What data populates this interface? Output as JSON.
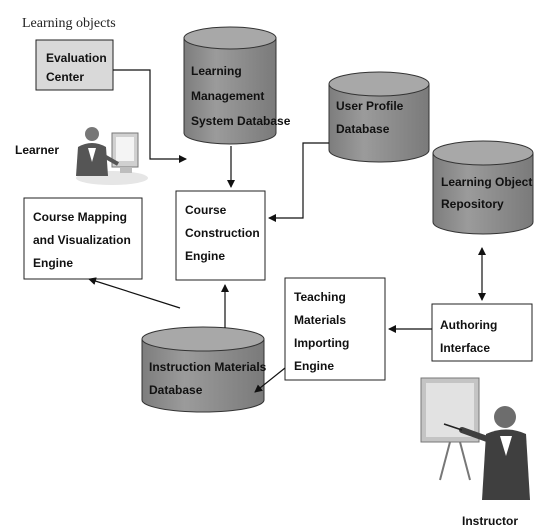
{
  "title": "Learning objects",
  "nodes": {
    "evaluation_center": [
      "Evaluation",
      "Center"
    ],
    "lms_database": [
      "Learning",
      "Management",
      "System Database"
    ],
    "user_profile_database": [
      "User Profile",
      "Database"
    ],
    "learning_object_repository": [
      "Learning Object",
      "Repository"
    ],
    "course_mapping": [
      "Course Mapping",
      "and Visualization",
      "Engine"
    ],
    "course_construction": [
      "Course",
      "Construction",
      "Engine"
    ],
    "teaching_materials": [
      "Teaching",
      "Materials",
      "Importing",
      "Engine"
    ],
    "authoring_interface": [
      "Authoring",
      "Interface"
    ],
    "instruction_materials_database": [
      "Instruction Materials",
      "Database"
    ]
  },
  "actors": {
    "learner": "Learner",
    "instructor": "Instructor"
  }
}
